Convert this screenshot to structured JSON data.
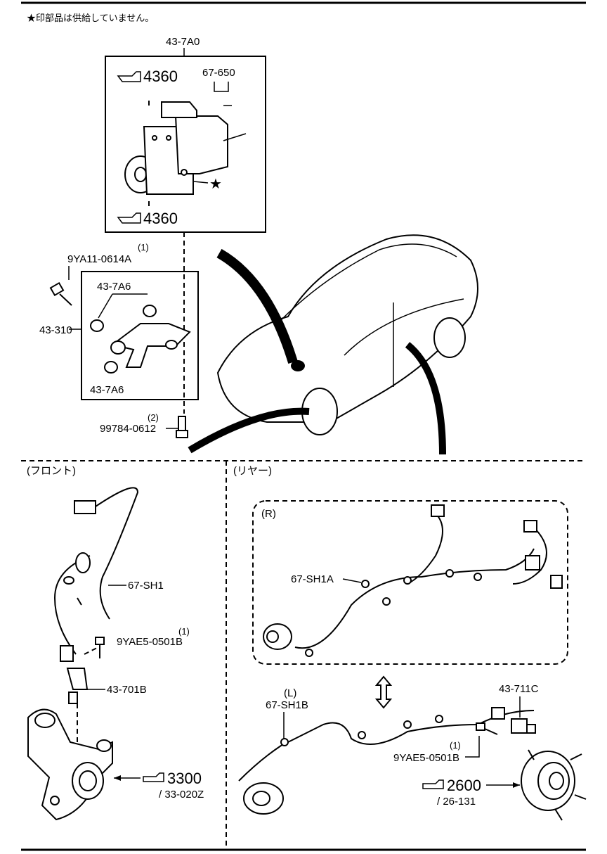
{
  "notice": "★印部品は供給していません。",
  "abs_unit": {
    "part_no": "43-7A0",
    "bolts": "67-650",
    "ref_top": "4360",
    "ref_bottom": "4360"
  },
  "bracket": {
    "bolt": "9YA11-0614A",
    "bolt_qty": "(1)",
    "assembly": "43-310",
    "mount_top": "43-7A6",
    "mount_bottom": "43-7A6",
    "screw": "99784-0612",
    "screw_qty": "(2)"
  },
  "front": {
    "section_label": "(フロント)",
    "harness": "67-SH1",
    "bolt": "9YAE5-0501B",
    "bolt_qty": "(1)",
    "sensor": "43-701B",
    "ref_main": "3300",
    "ref_sub": "/ 33-020Z"
  },
  "rear": {
    "section_label": "(リヤー)",
    "right_tag": "(R)",
    "harness_r": "67-SH1A",
    "left_tag": "(L)",
    "harness_l": "67-SH1B",
    "sensor": "43-711C",
    "bolt": "9YAE5-0501B",
    "bolt_qty": "(1)",
    "ref_main": "2600",
    "ref_sub": "/ 26-131"
  }
}
